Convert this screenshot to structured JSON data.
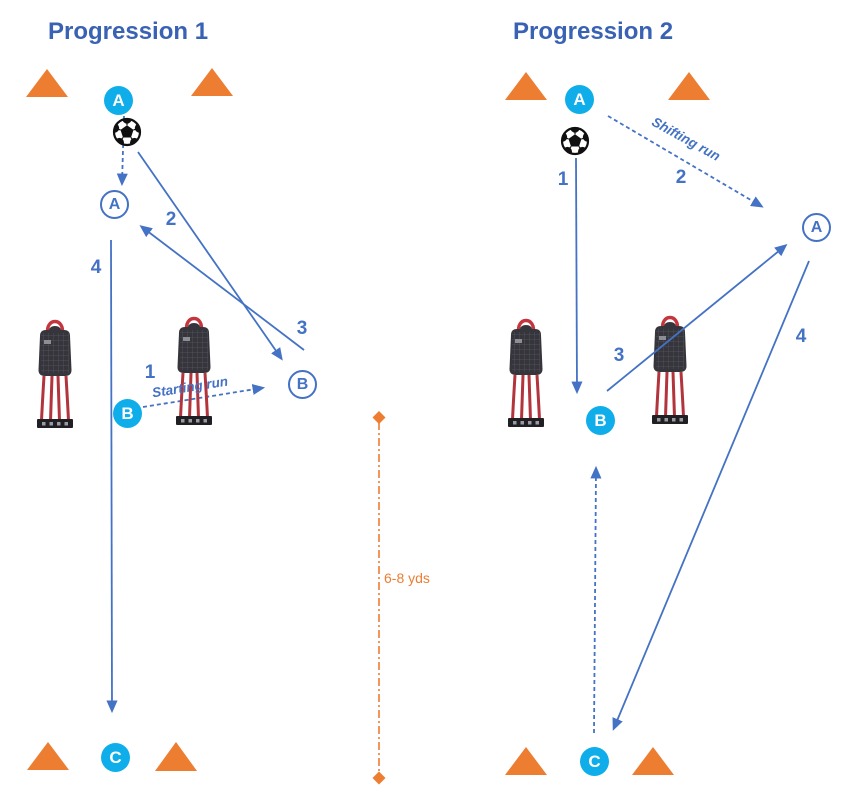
{
  "diagram_type": "soccer passing drill - two progressions",
  "measurement": {
    "distance_label": "6-8 yds"
  },
  "colors": {
    "accent_blue": "#4472C4",
    "title_blue": "#3A62B4",
    "player_cyan": "#0FAEEA",
    "cone_orange": "#ED7D31",
    "mannequin_red": "#B2343C",
    "mannequin_body": "#35353B"
  },
  "progression1": {
    "title": "Progression 1",
    "players": {
      "a_start": "A",
      "a_support": "A",
      "b_start": "B",
      "b_target": "B",
      "c": "C"
    },
    "steps": {
      "s1": "1",
      "s2": "2",
      "s3": "3",
      "s4": "4"
    },
    "run_label": "Starting run",
    "arrows": [
      {
        "step": "",
        "style": "dashed",
        "from": "A start",
        "to": "A support position"
      },
      {
        "step": "1",
        "style": "dashed",
        "from": "B start",
        "to": "B target position",
        "label": "Starting run"
      },
      {
        "step": "2",
        "style": "solid",
        "from": "ball at A",
        "to": "B target position"
      },
      {
        "step": "3",
        "style": "solid",
        "from": "B target position",
        "to": "A support position"
      },
      {
        "step": "4",
        "style": "solid",
        "from": "A support position",
        "to": "C"
      }
    ]
  },
  "progression2": {
    "title": "Progression 2",
    "players": {
      "a_start": "A",
      "a_wide": "A",
      "b": "B",
      "c": "C"
    },
    "steps": {
      "s1": "1",
      "s2": "2",
      "s3": "3",
      "s4": "4"
    },
    "run_label": "Shifting run",
    "arrows": [
      {
        "step": "1",
        "style": "solid",
        "from": "ball at A",
        "to": "B"
      },
      {
        "step": "2",
        "style": "dashed",
        "from": "A start",
        "to": "A wide position",
        "label": "Shifting run"
      },
      {
        "step": "3",
        "style": "solid",
        "from": "B",
        "to": "A wide position"
      },
      {
        "step": "4",
        "style": "solid",
        "from": "A wide position",
        "to": "C"
      },
      {
        "step": "",
        "style": "dashed",
        "from": "C",
        "to": "B position"
      }
    ]
  }
}
